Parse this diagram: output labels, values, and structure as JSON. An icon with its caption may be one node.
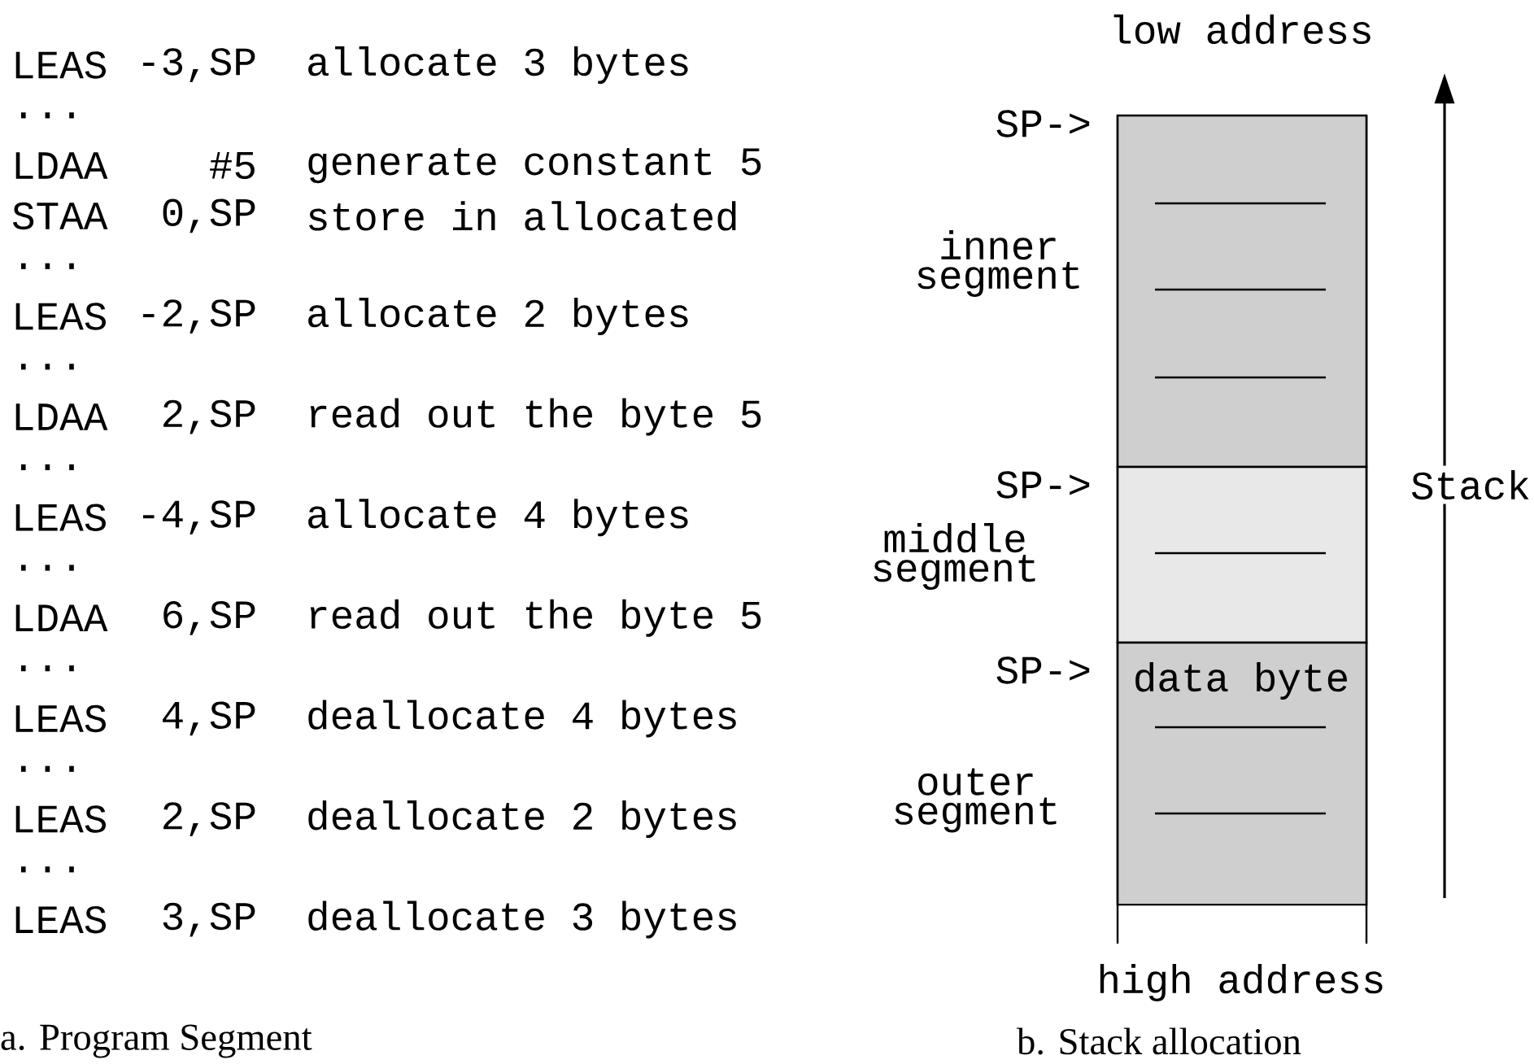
{
  "diagram": {
    "nodes": [
      {
        "text": [],
        "shape": "box",
        "beside": [
          "SP->",
          "inner segment"
        ]
      },
      {
        "text": [],
        "shape": "box",
        "beside": [
          "SP->",
          "middle segment"
        ]
      },
      {
        "text": [
          "data byte"
        ],
        "beside": [
          "SP->",
          "outer segment"
        ]
      }
    ],
    "labels": [
      "LEAS",
      "-3,SP",
      "allocate 3 bytes",
      "...",
      "LDAA",
      "#5",
      "generate constant 5",
      "STAA",
      "0,SP",
      "store in allocated",
      "...",
      "LEAS",
      "-2,SP",
      "allocate 2 bytes",
      "...",
      "LDAA",
      "2,SP",
      "read out the byte 5",
      "...",
      "LEAS",
      "-4,SP",
      "allocate 4 bytes",
      "...",
      "LDAA",
      "6,SP",
      "read out the byte 5",
      "...",
      "LEAS",
      "4,SP",
      "deallocate 4 bytes",
      "...",
      "LEAS",
      "2,SP",
      "deallocate 2 bytes",
      "...",
      "LEAS",
      "3,SP",
      "deallocate 3 bytes",
      "low address",
      "Stack",
      "high address",
      "a. Program Segment",
      "b. Stack allocation"
    ]
  }
}
